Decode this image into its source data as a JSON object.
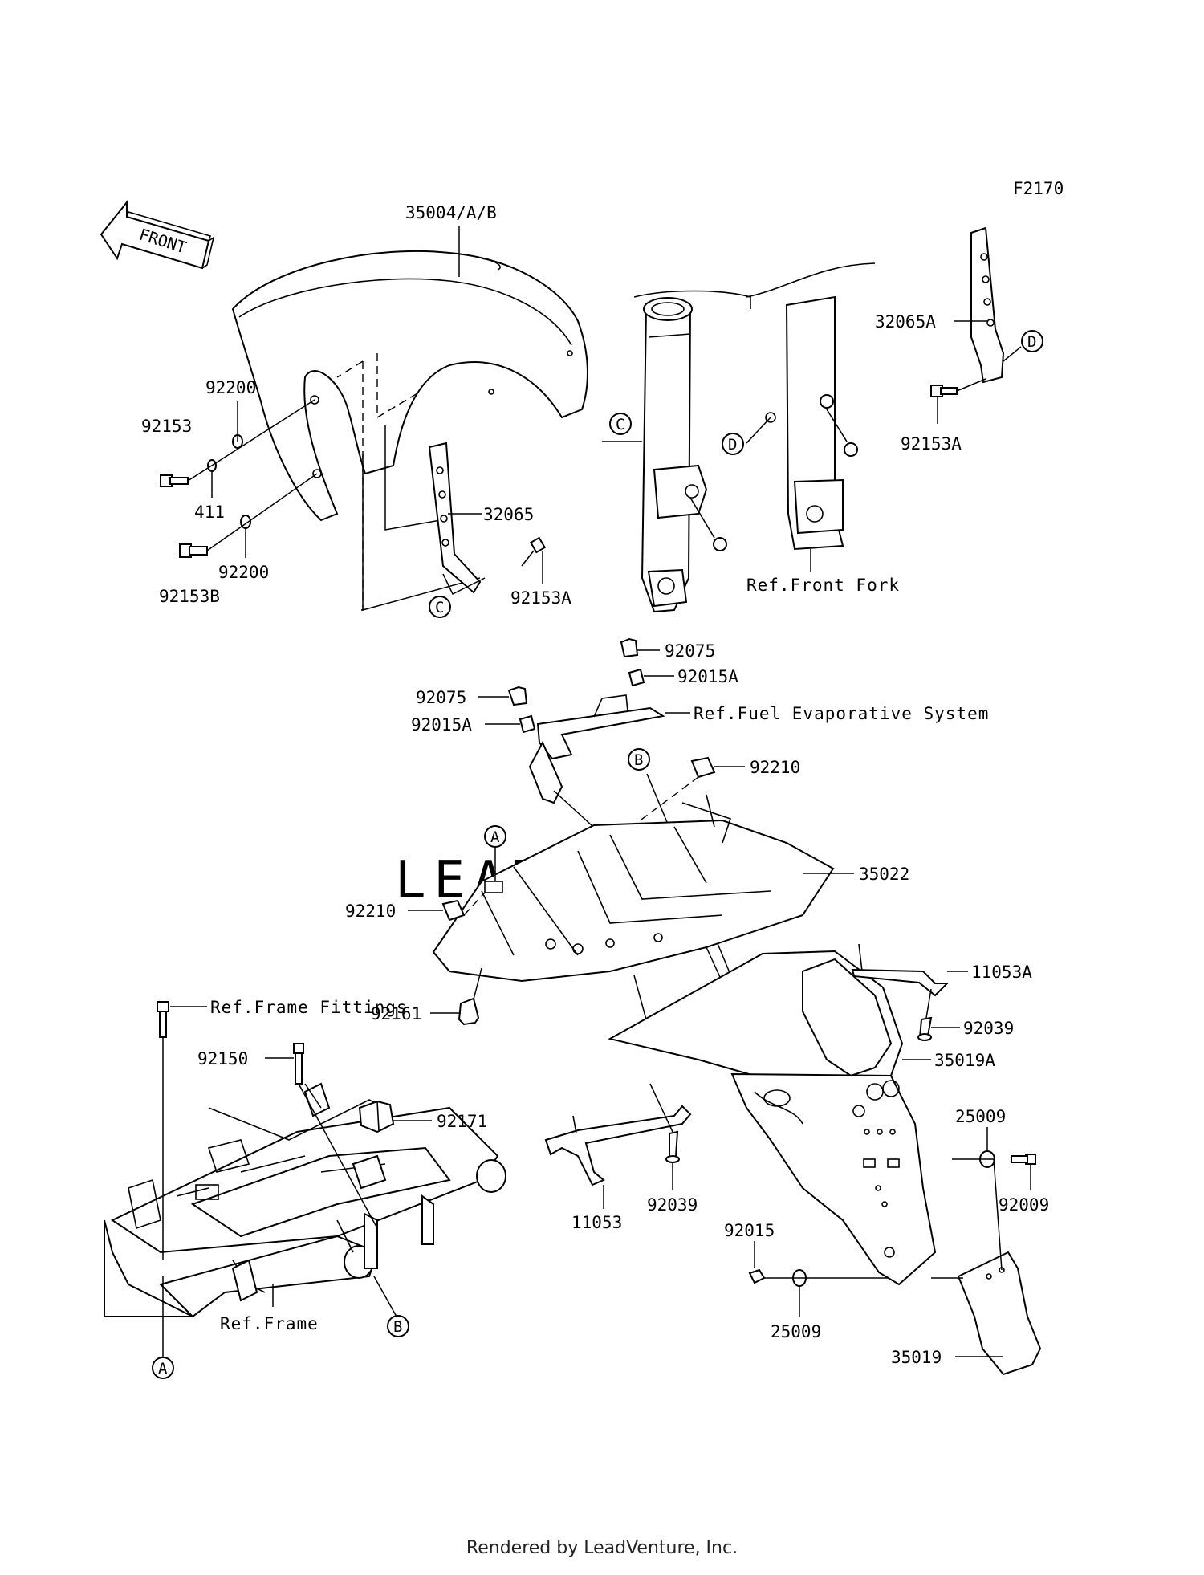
{
  "figure_code": "F2170",
  "front_arrow": "FRONT",
  "watermark": "LEADVENTURE",
  "labels": {
    "fender_front": "35004/A/B",
    "washer_a": "92200",
    "bolt_a": "92153",
    "part_411": "411",
    "washer_b": "92200",
    "bolt_b": "92153B",
    "bracket_32065": "32065",
    "bolt_92153a_left": "92153A",
    "bracket_32065a": "32065A",
    "bolt_92153a_right": "92153A",
    "cap_92075_top": "92075",
    "nut_92015a_top": "92015A",
    "cap_92075_left": "92075",
    "nut_92015a_left": "92015A",
    "nut_92210_top": "92210",
    "fender_35022": "35022",
    "nut_92210_left": "92210",
    "damper_92161": "92161",
    "bracket_11053a": "11053A",
    "screw_92039_right": "92039",
    "fender_35019a": "35019A",
    "bolt_92150": "92150",
    "damper_92171": "92171",
    "bracket_11053": "11053",
    "screw_92039_bottom": "92039",
    "nut_92015": "92015",
    "washer_25009_top": "25009",
    "bolt_92009": "92009",
    "washer_25009_bottom": "25009",
    "flap_35019": "35019"
  },
  "refs": {
    "front_fork": "Ref.Front Fork",
    "fuel_evap": "Ref.Fuel Evaporative System",
    "frame_fittings": "Ref.Frame Fittings",
    "frame": "Ref.Frame"
  },
  "callouts": {
    "a": "A",
    "b": "B",
    "c": "C",
    "d": "D"
  },
  "footer": "Rendered by LeadVenture, Inc."
}
